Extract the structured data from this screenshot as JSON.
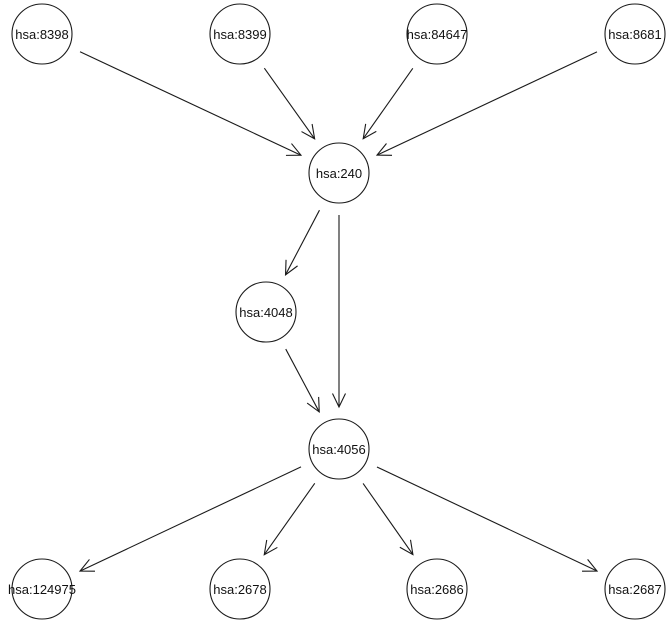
{
  "graph": {
    "nodes": [
      {
        "id": "n8398",
        "label": "hsa:8398"
      },
      {
        "id": "n8399",
        "label": "hsa:8399"
      },
      {
        "id": "n84647",
        "label": "hsa:84647"
      },
      {
        "id": "n8681",
        "label": "hsa:8681"
      },
      {
        "id": "n240",
        "label": "hsa:240"
      },
      {
        "id": "n4048",
        "label": "hsa:4048"
      },
      {
        "id": "n4056",
        "label": "hsa:4056"
      },
      {
        "id": "n124975",
        "label": "hsa:124975"
      },
      {
        "id": "n2678",
        "label": "hsa:2678"
      },
      {
        "id": "n2686",
        "label": "hsa:2686"
      },
      {
        "id": "n2687",
        "label": "hsa:2687"
      }
    ],
    "edges": [
      {
        "from": "n8398",
        "to": "n240"
      },
      {
        "from": "n8399",
        "to": "n240"
      },
      {
        "from": "n84647",
        "to": "n240"
      },
      {
        "from": "n8681",
        "to": "n240"
      },
      {
        "from": "n240",
        "to": "n4048"
      },
      {
        "from": "n240",
        "to": "n4056"
      },
      {
        "from": "n4048",
        "to": "n4056"
      },
      {
        "from": "n4056",
        "to": "n124975"
      },
      {
        "from": "n4056",
        "to": "n2678"
      },
      {
        "from": "n4056",
        "to": "n2686"
      },
      {
        "from": "n4056",
        "to": "n2687"
      }
    ],
    "colors": {
      "stroke": "#1a1a1a",
      "fill": "#ffffff",
      "text": "#111111",
      "background": "#ffffff"
    }
  }
}
